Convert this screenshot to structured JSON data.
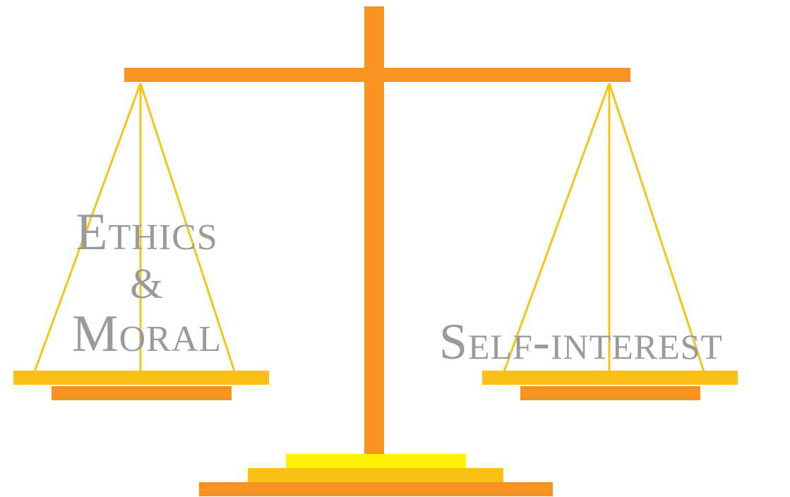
{
  "colors": {
    "beam_orange": "#f7931e",
    "pan_yellow": "#fbbf16",
    "base_bright_yellow": "#fff200",
    "cord_yellow": "#f9c31a",
    "label_gray": "#9a9a9a"
  },
  "left_pan": {
    "label_line1": "Ethics",
    "label_line2": "&",
    "label_line3": "Moral"
  },
  "right_pan": {
    "label": "Self-interest"
  }
}
